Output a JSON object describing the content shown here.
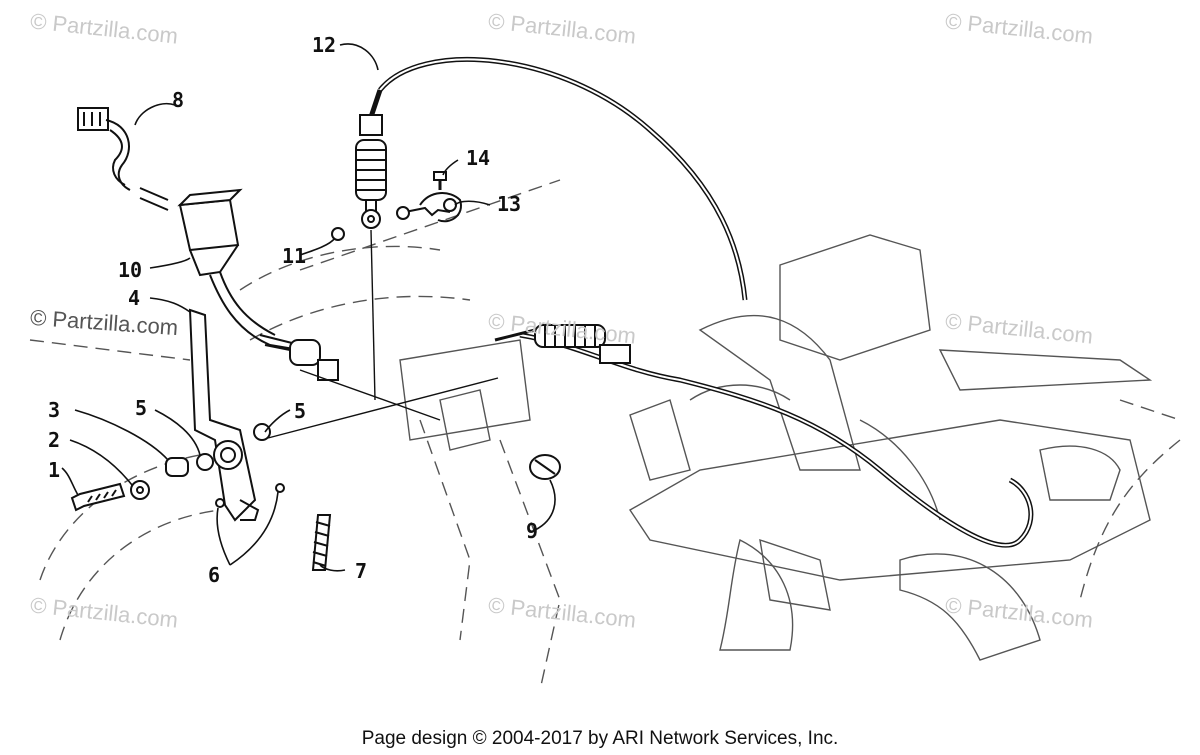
{
  "watermark_text": "© Partzilla.com",
  "footer": {
    "copyright": "Page design © 2004-2017 by ARI Network Services, Inc."
  },
  "callouts": [
    "1",
    "2",
    "3",
    "4",
    "5",
    "5",
    "6",
    "7",
    "8",
    "9",
    "10",
    "11",
    "12",
    "13",
    "14"
  ],
  "colors": {
    "line": "#111111",
    "frame": "#555555",
    "watermark": "#c9c9c9"
  }
}
